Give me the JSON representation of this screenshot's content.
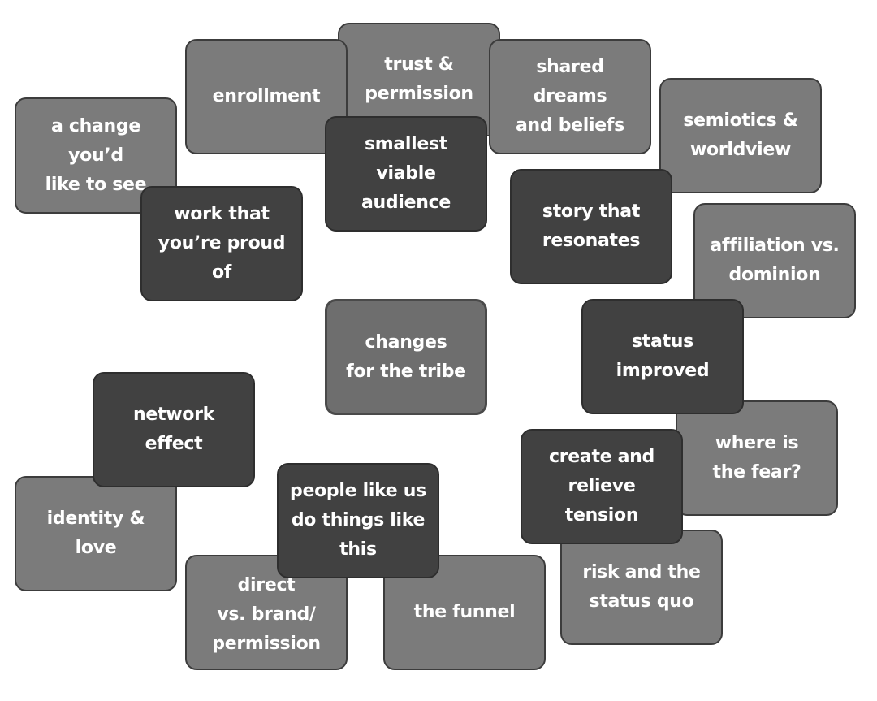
{
  "diagram": {
    "center": "changes\nfor the tribe",
    "cards": {
      "enrollment": "enrollment",
      "trust_permission": "trust &\npermission",
      "shared_dreams": "shared dreams\nand beliefs",
      "semiotics": "semiotics &\nworldview",
      "change_to_see": "a change you’d\nlike to see",
      "smallest_audience": "smallest viable\naudience",
      "proud_work": "work that\nyou’re proud\nof",
      "story": "story that\nresonates",
      "affiliation": "affiliation vs.\ndominion",
      "status": "status\nimproved",
      "network": "network effect",
      "fear": "where is\nthe fear?",
      "tension": "create and\nrelieve tension",
      "identity": "identity & love",
      "people_like_us": "people like us\ndo things like\nthis",
      "direct_brand": "direct\nvs. brand/\npermission",
      "funnel": "the funnel",
      "risk": "risk and the\nstatus quo"
    }
  }
}
